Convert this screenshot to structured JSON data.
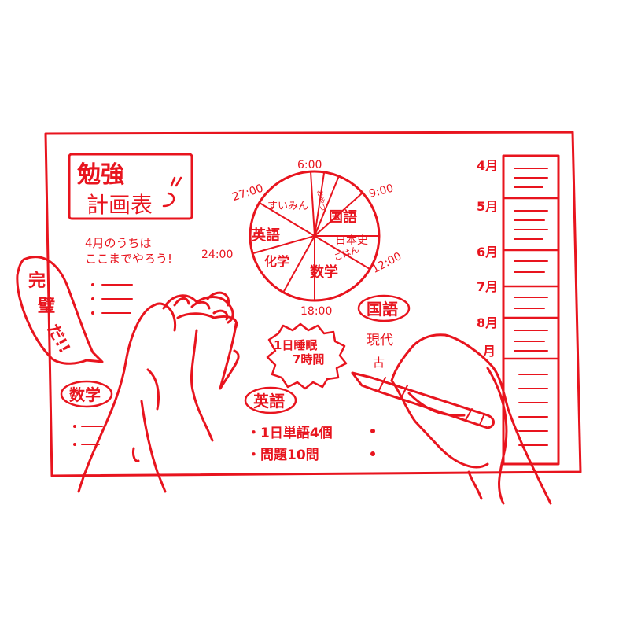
{
  "title": {
    "line1": "勉強",
    "line2": "計画表"
  },
  "subtitle": {
    "line1": "4月のうちは",
    "line2": "ここまでやろう!"
  },
  "bubble": {
    "line1": "完",
    "line2": "璧",
    "line3": "だ!!"
  },
  "clock_labels": {
    "t6": "6:00",
    "t9": "9:00",
    "t12": "12:00",
    "t18": "18:00",
    "t24": "24:00",
    "t27": "27:00"
  },
  "pie_segments": {
    "sleep": "すいみん",
    "eng": "英語",
    "chem": "化学",
    "math": "数学",
    "kokugo": "国語",
    "jpn_hist": "日本史",
    "small1": "おやつ",
    "small2": "ごはん"
  },
  "badge": {
    "line1": "1日睡眠",
    "line2": "7時間"
  },
  "kokugo_section": {
    "title": "国語",
    "item1": "現代",
    "item2": "古"
  },
  "english_section": {
    "title": "英語",
    "item1": "・1日単語4個",
    "item2": "・問題10問"
  },
  "math_section": {
    "title": "数学"
  },
  "months": [
    "4月",
    "5月",
    "6月",
    "7月",
    "8月",
    "月"
  ],
  "colors": {
    "ink": "#e8141e",
    "paper": "#ffffff"
  }
}
